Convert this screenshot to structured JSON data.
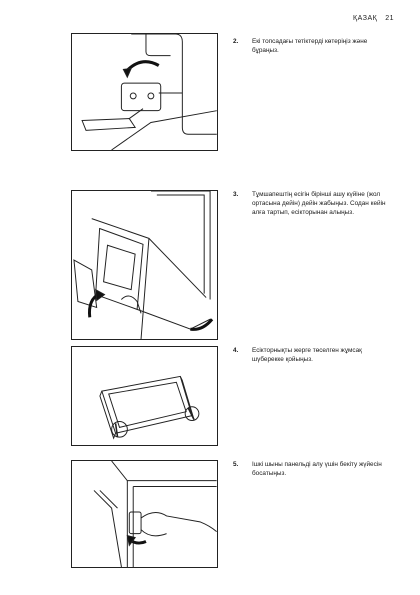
{
  "header": {
    "section": "ҚАЗАҚ",
    "page": "21"
  },
  "steps": [
    {
      "num": "2.",
      "text": "Екі топсадағы тетіктерді көтеріңіз және бұраңыз."
    },
    {
      "num": "3.",
      "text": "Тұмшапештің есігін бірінші ашу күйіне (жол ортасына дейін) дейін жабыңыз. Содан кейін алға тартып, есікторынан алыңыз."
    },
    {
      "num": "4.",
      "text": "Есікторнықты жерге төселген жұмсақ шүберекке қойыңыз."
    },
    {
      "num": "5.",
      "text": "Ішкі шыны панельді алу үшін бекіту жүйесін босатыңыз."
    }
  ]
}
